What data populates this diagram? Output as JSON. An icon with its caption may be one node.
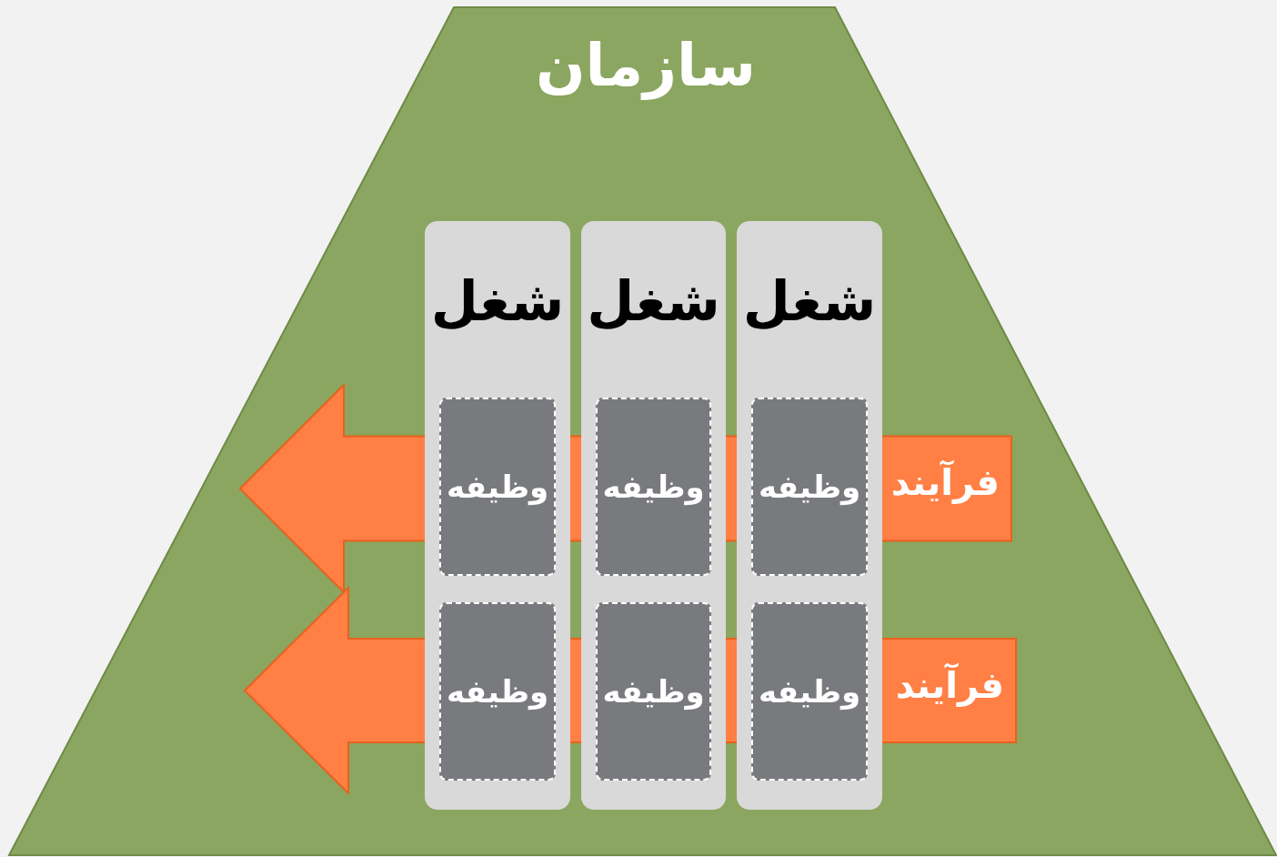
{
  "diagram": {
    "nodes": [
      {
        "text": [
          "سازمان"
        ]
      },
      {
        "text": [
          "شغل"
        ],
        "in": 0
      },
      {
        "text": [
          "شغل"
        ],
        "in": 0
      },
      {
        "text": [
          "شغل"
        ],
        "in": 0
      },
      {
        "text": [
          "وظیفه"
        ]
      },
      {
        "text": [
          "وظیفه"
        ]
      },
      {
        "text": [
          "وظیفه"
        ]
      },
      {
        "text": [
          "وظیفه"
        ]
      },
      {
        "text": [
          "وظیفه"
        ]
      },
      {
        "text": [
          "وظیفه"
        ]
      },
      {
        "text": [
          "فرآیند"
        ],
        "in": 0
      },
      {
        "text": [
          "فرآیند"
        ],
        "in": 0
      }
    ]
  }
}
